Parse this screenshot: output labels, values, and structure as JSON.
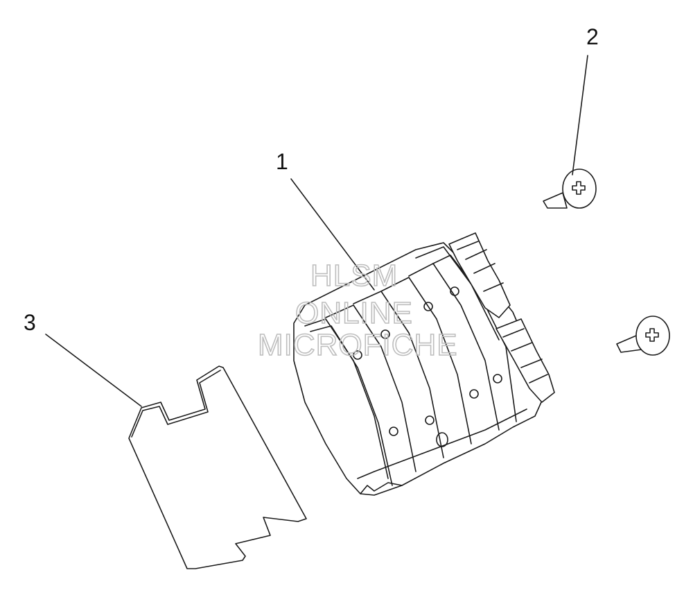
{
  "callouts": [
    {
      "label": "1"
    },
    {
      "label": "2"
    },
    {
      "label": "3"
    }
  ],
  "watermark": {
    "line1": "HLSM",
    "line2": "ONLINE",
    "line3": "MICROFICHE"
  },
  "colors": {
    "line": "#1a1a1a",
    "watermark": "#bdbdbd",
    "background": "#ffffff"
  }
}
